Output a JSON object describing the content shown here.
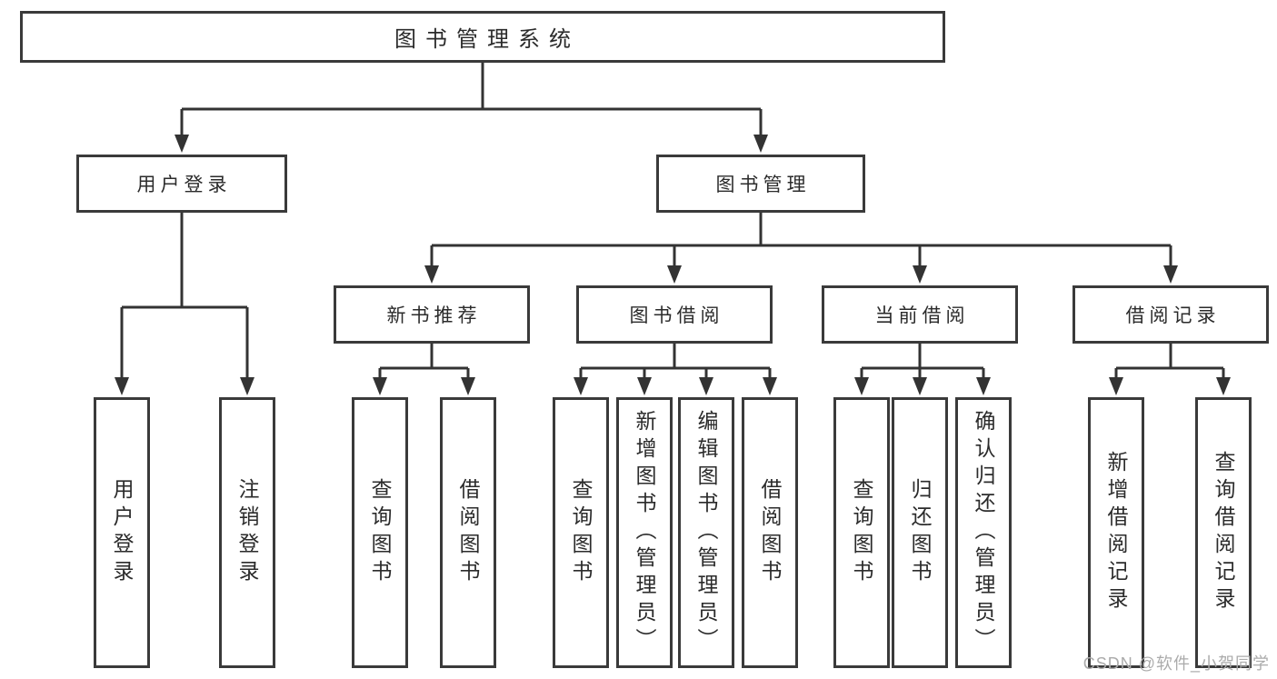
{
  "tree": {
    "label": "图书管理系统",
    "children": [
      {
        "label": "用户登录",
        "children": [
          {
            "label": "用户登录"
          },
          {
            "label": "注销登录"
          }
        ]
      },
      {
        "label": "图书管理",
        "children": [
          {
            "label": "新书推荐",
            "children": [
              {
                "label": "查询图书"
              },
              {
                "label": "借阅图书"
              }
            ]
          },
          {
            "label": "图书借阅",
            "children": [
              {
                "label": "查询图书"
              },
              {
                "label": "新增图书（管理员）"
              },
              {
                "label": "编辑图书（管理员）"
              },
              {
                "label": "借阅图书"
              }
            ]
          },
          {
            "label": "当前借阅",
            "children": [
              {
                "label": "查询图书"
              },
              {
                "label": "归还图书"
              },
              {
                "label": "确认归还（管理员）"
              }
            ]
          },
          {
            "label": "借阅记录",
            "children": [
              {
                "label": "新增借阅记录"
              },
              {
                "label": "查询借阅记录"
              }
            ]
          }
        ]
      }
    ]
  },
  "watermark": {
    "text": "CSDN @软件_小贺同学",
    "color": "#ababab"
  },
  "colors": {
    "line": "#333333",
    "box_border": "#3a3a3a",
    "box_background": "#ffffff",
    "text": "#2b2b2b",
    "background": "#ffffff"
  }
}
